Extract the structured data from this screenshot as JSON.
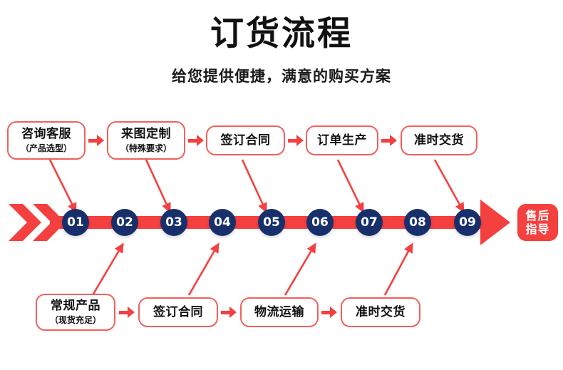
{
  "header": {
    "title": "订货流程",
    "subtitle": "给您提供便捷，满意的购买方案"
  },
  "colors": {
    "accent_red": "#f4403f",
    "box_border": "#f2605c",
    "circle_navy": "#17306c",
    "text_dark": "#111111",
    "background": "#ffffff"
  },
  "top_row": {
    "boxes": [
      {
        "main": "咨询客服",
        "sub": "（产品选型）"
      },
      {
        "main": "来图定制",
        "sub": "（特殊要求）"
      },
      {
        "main": "签订合同",
        "sub": ""
      },
      {
        "main": "订单生产",
        "sub": ""
      },
      {
        "main": "准时交货",
        "sub": ""
      }
    ]
  },
  "bottom_row": {
    "boxes": [
      {
        "main": "常规产品",
        "sub": "（现货充足）"
      },
      {
        "main": "签订合同",
        "sub": ""
      },
      {
        "main": "物流运输",
        "sub": ""
      },
      {
        "main": "准时交货",
        "sub": ""
      }
    ]
  },
  "timeline": {
    "steps": [
      "01",
      "02",
      "03",
      "04",
      "05",
      "06",
      "07",
      "08",
      "09"
    ],
    "end_badge": {
      "line1": "售后",
      "line2": "指导"
    }
  }
}
